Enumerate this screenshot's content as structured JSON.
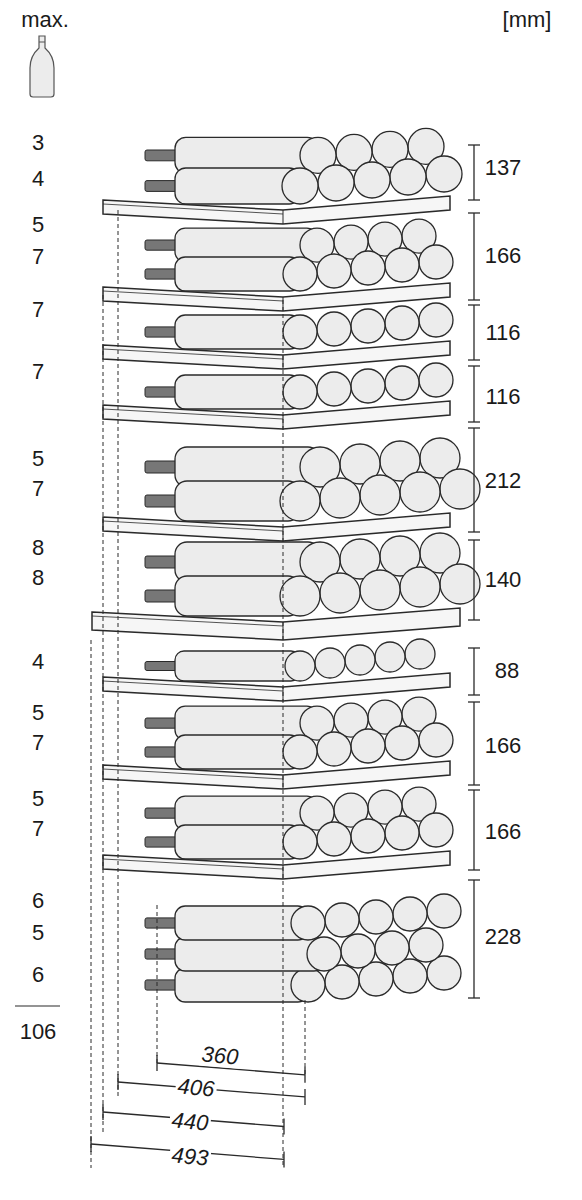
{
  "diagram": {
    "labels": [
      "max.",
      "[mm]",
      "3",
      "4",
      "5",
      "7",
      "7",
      "7",
      "5",
      "7",
      "8",
      "8",
      "4",
      "5",
      "7",
      "5",
      "7",
      "6",
      "5",
      "6",
      "106",
      "137",
      "166",
      "116",
      "116",
      "212",
      "140",
      "88",
      "166",
      "166",
      "228",
      "360",
      "406",
      "440",
      "493"
    ]
  }
}
